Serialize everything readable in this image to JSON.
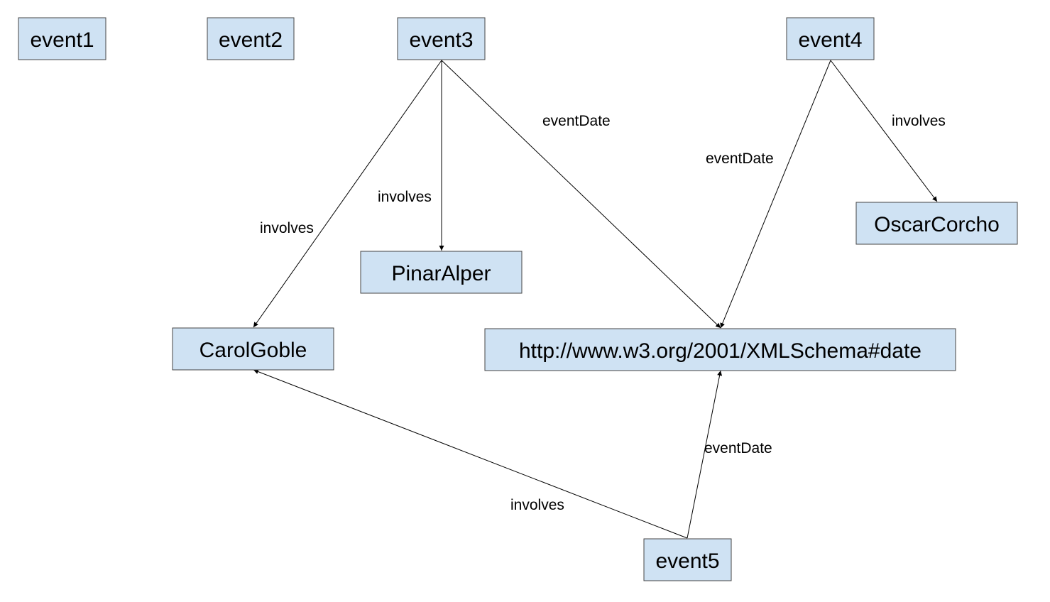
{
  "nodes": {
    "event1": "event1",
    "event2": "event2",
    "event3": "event3",
    "event4": "event4",
    "event5": "event5",
    "pinar_alper": "PinarAlper",
    "carol_goble": "CarolGoble",
    "oscar_corcho": "OscarCorcho",
    "xml_date": "http://www.w3.org/2001/XMLSchema#date"
  },
  "edges": {
    "event3_carol": "involves",
    "event3_pinar": "involves",
    "event3_date": "eventDate",
    "event4_date": "eventDate",
    "event4_oscar": "involves",
    "event5_date": "eventDate",
    "event5_carol": "involves"
  },
  "colors": {
    "node_fill": "#cfe2f3",
    "node_border": "#444444",
    "edge": "#000000"
  }
}
